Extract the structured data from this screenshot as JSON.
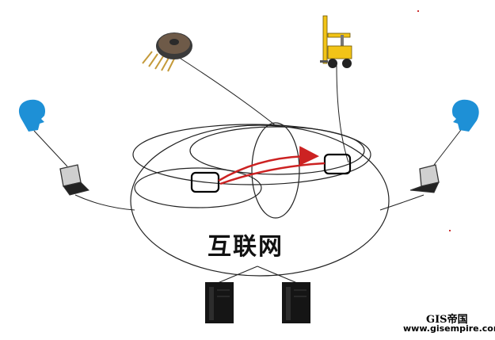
{
  "diagram": {
    "center_label": "互联网",
    "colors": {
      "line": "#222222",
      "path_arrow": "#cc2222",
      "head": "#1e90d6",
      "forklift": "#f2c417",
      "server": "#151515",
      "laptop": "#333333"
    },
    "icons": [
      "sensor-chip-icon",
      "forklift-icon",
      "person-head-left-icon",
      "person-head-right-icon",
      "laptop-left-icon",
      "laptop-right-icon",
      "server-left-icon",
      "server-right-icon"
    ]
  },
  "watermark": {
    "title": "GIS帝国",
    "url": "www.gisempire.com"
  }
}
